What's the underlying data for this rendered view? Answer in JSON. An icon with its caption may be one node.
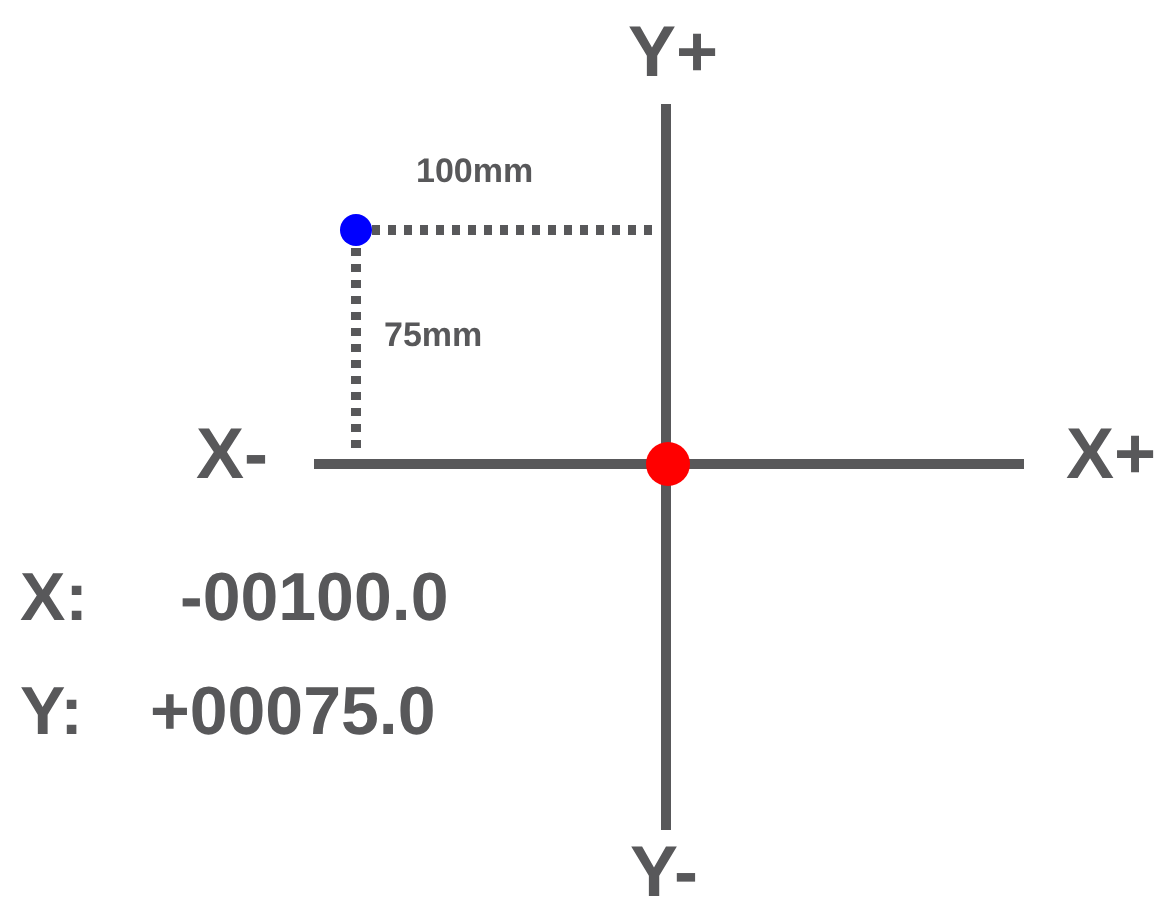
{
  "diagram": {
    "labels": [
      "Y+",
      "100mm",
      "75mm",
      "X-",
      "X+",
      "X:",
      "-00100.0",
      "Y:",
      "+00075.0",
      "Y-"
    ]
  }
}
